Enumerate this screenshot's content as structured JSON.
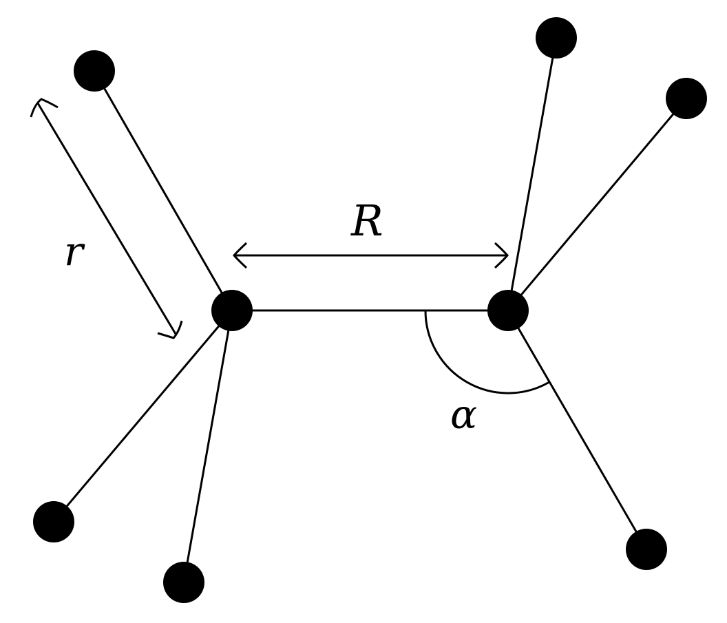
{
  "diagram": {
    "labels": {
      "bond_length_r": "r",
      "separation_R": "R",
      "angle_alpha": "α"
    },
    "colors": {
      "stroke": "#000000",
      "atom": "#000000",
      "background": "#ffffff"
    }
  }
}
